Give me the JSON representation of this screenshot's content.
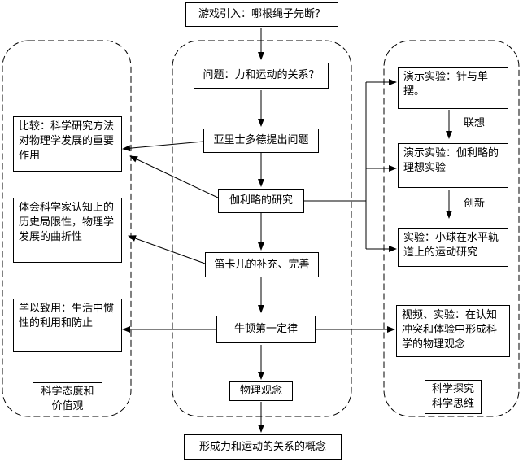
{
  "top": {
    "intro": "游戏引入：哪根绳子先断？"
  },
  "center": {
    "q1": "问题：力和运动的关系？",
    "q2": "亚里士多德提出问题",
    "q3": "伽利略的研究",
    "q4": "笛卡儿的补充、完善",
    "q5": "牛顿第一定律",
    "label": "物理观念"
  },
  "left": {
    "b1": "比较：科学研究方法对物理学发展的重要作用",
    "b2": "体会科学家认知上的历史局限性，物理学发展的曲折性",
    "b3": "学以致用：生活中惯性的利用和防止",
    "label": "科学态度和价值观"
  },
  "right": {
    "b1": "演示实验：针与单摆。",
    "b2": "演示实验：伽利略的理想实验",
    "b3": "实验：小球在水平轨道上的运动研究",
    "b4": "视频、实验：在认知冲突和体验中形成科学的物理观念",
    "link1": "联想",
    "link2": "创新",
    "label": "科学探究科学思维"
  },
  "bottom": {
    "concept": "形成力和运动的关系的概念"
  }
}
